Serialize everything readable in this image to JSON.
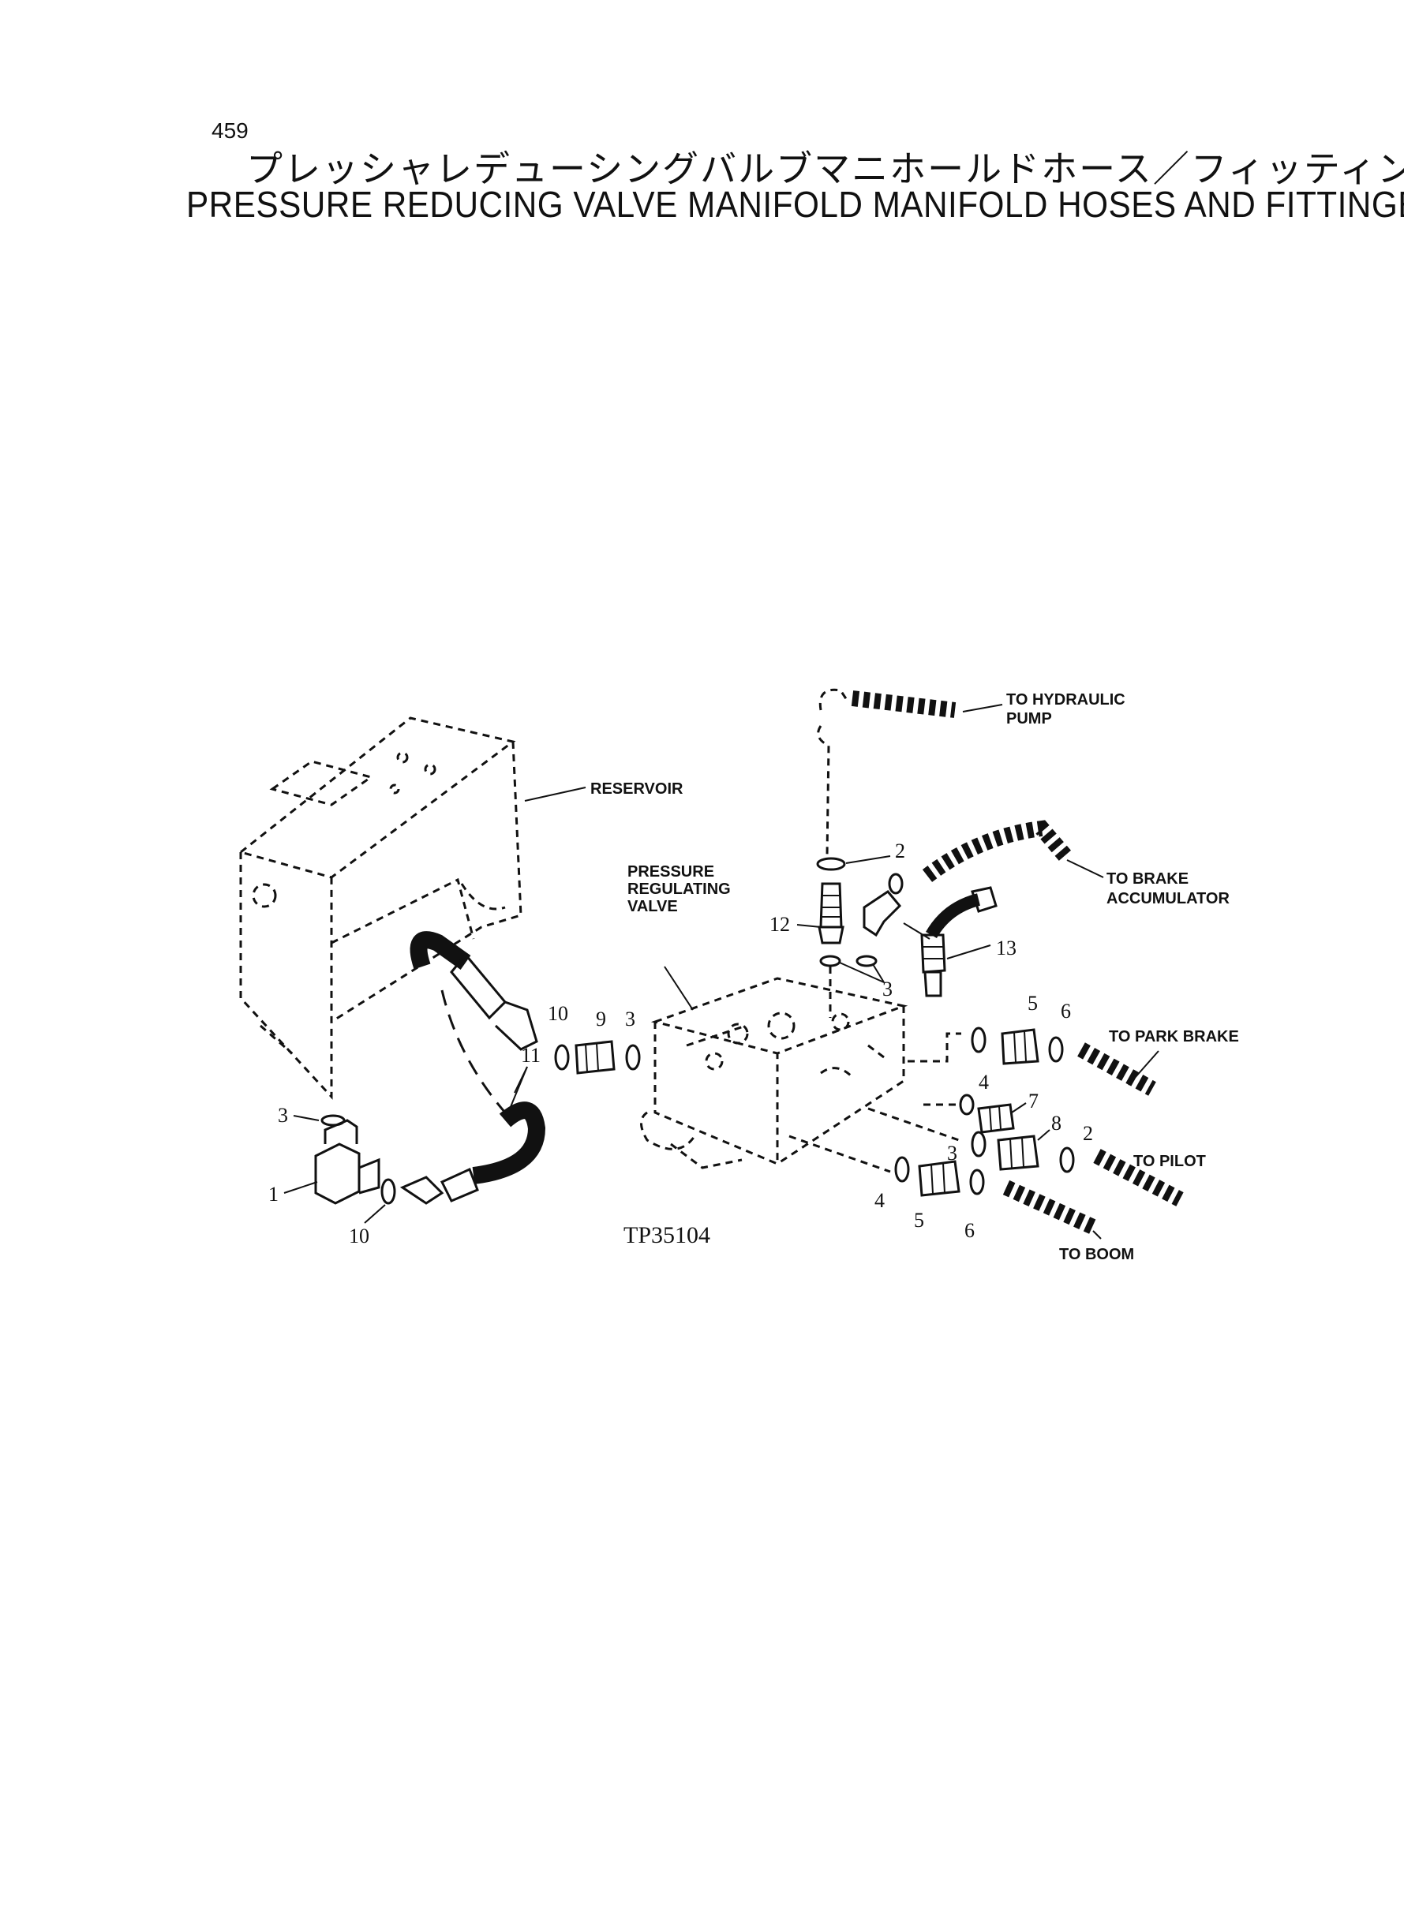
{
  "page": {
    "number": "459",
    "title_jp": "プレッシャレデューシングバルブマニホールドホース／フィッティング",
    "title_en": "PRESSURE REDUCING VALVE MANIFOLD MANIFOLD HOSES AND FITTINGES"
  },
  "diagram": {
    "figure_id": "TP35104",
    "callouts": {
      "reservoir": "RESERVOIR",
      "prv_1": "PRESSURE",
      "prv_2": "REGULATING",
      "prv_3": "VALVE",
      "pump_1": "TO HYDRAULIC",
      "pump_2": "PUMP",
      "brake_acc_1": "TO BRAKE",
      "brake_acc_2": "ACCUMULATOR",
      "park_brake": "TO PARK BRAKE",
      "pilot": "TO PILOT",
      "boom": "TO BOOM"
    },
    "part_numbers": {
      "p1": "1",
      "p2a": "2",
      "p2b": "2",
      "p3a": "3",
      "p3b": "3",
      "p3c": "3",
      "p3d": "3",
      "p4a": "4",
      "p4b": "4",
      "p5a": "5",
      "p5b": "5",
      "p6a": "6",
      "p6b": "6",
      "p7": "7",
      "p8": "8",
      "p9": "9",
      "p10a": "10",
      "p10b": "10",
      "p11": "11",
      "p12": "12",
      "p13": "13"
    }
  }
}
